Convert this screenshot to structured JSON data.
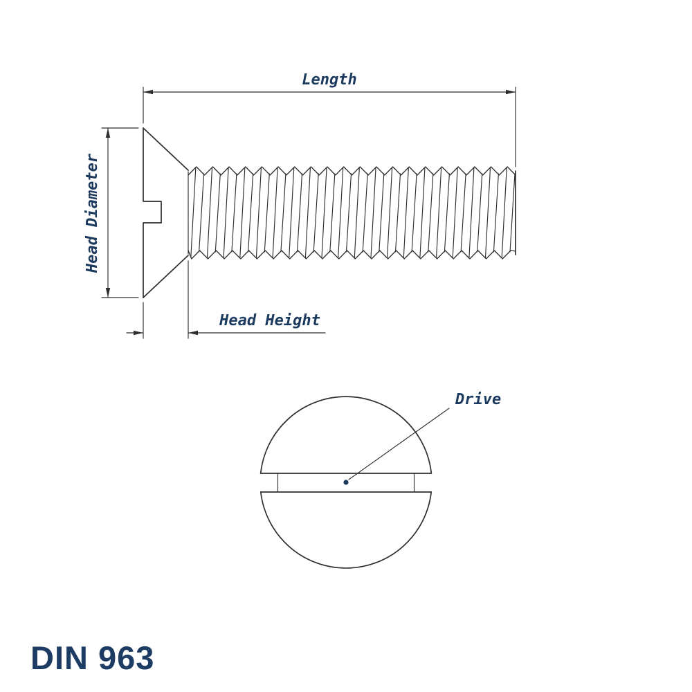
{
  "title": "DIN 963",
  "colors": {
    "line": "#2e2e2e",
    "label": "#1b3a5e",
    "title": "#1d3c63"
  },
  "side_view": {
    "length_label": "Length",
    "head_diameter_label": "Head Diameter",
    "head_height_label": "Head Height"
  },
  "front_view": {
    "drive_label": "Drive"
  }
}
